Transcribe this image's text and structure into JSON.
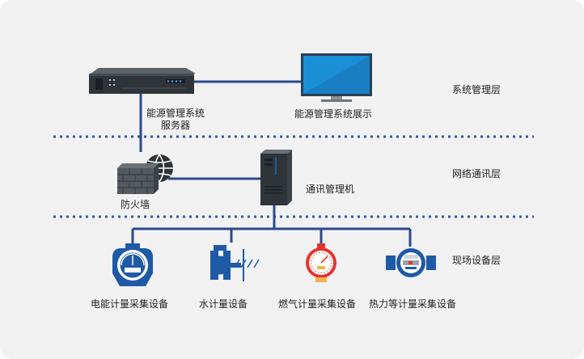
{
  "colors": {
    "line": "#2b4a8b",
    "dotted": "#2f59a6",
    "accent_blue": "#1f5aa6",
    "server_dark": "#2e3438",
    "monitor_screen": "#1b8fd6",
    "meter_red": "#e4342d"
  },
  "layers": {
    "management": "系统管理层",
    "network": "网络通讯层",
    "field": "现场设备层"
  },
  "nodes": {
    "server_line1": "能源管理系统",
    "server_line2": "服务器",
    "display": "能源管理系统展示",
    "firewall": "防火墙",
    "comm_manager": "通讯管理机",
    "electric_meter": "电能计量采集设备",
    "water_meter": "水计量设备",
    "gas_meter": "燃气计量采集设备",
    "heat_meter": "热力等计量采集设备"
  },
  "icons": {
    "server": "rack-server-icon",
    "display": "monitor-icon",
    "firewall": "brick-firewall-globe-icon",
    "comm_manager": "tower-pc-icon",
    "electric_meter": "electric-meter-icon",
    "water_meter": "water-meter-icon",
    "gas_meter": "gas-meter-icon",
    "heat_meter": "heat-meter-icon"
  }
}
